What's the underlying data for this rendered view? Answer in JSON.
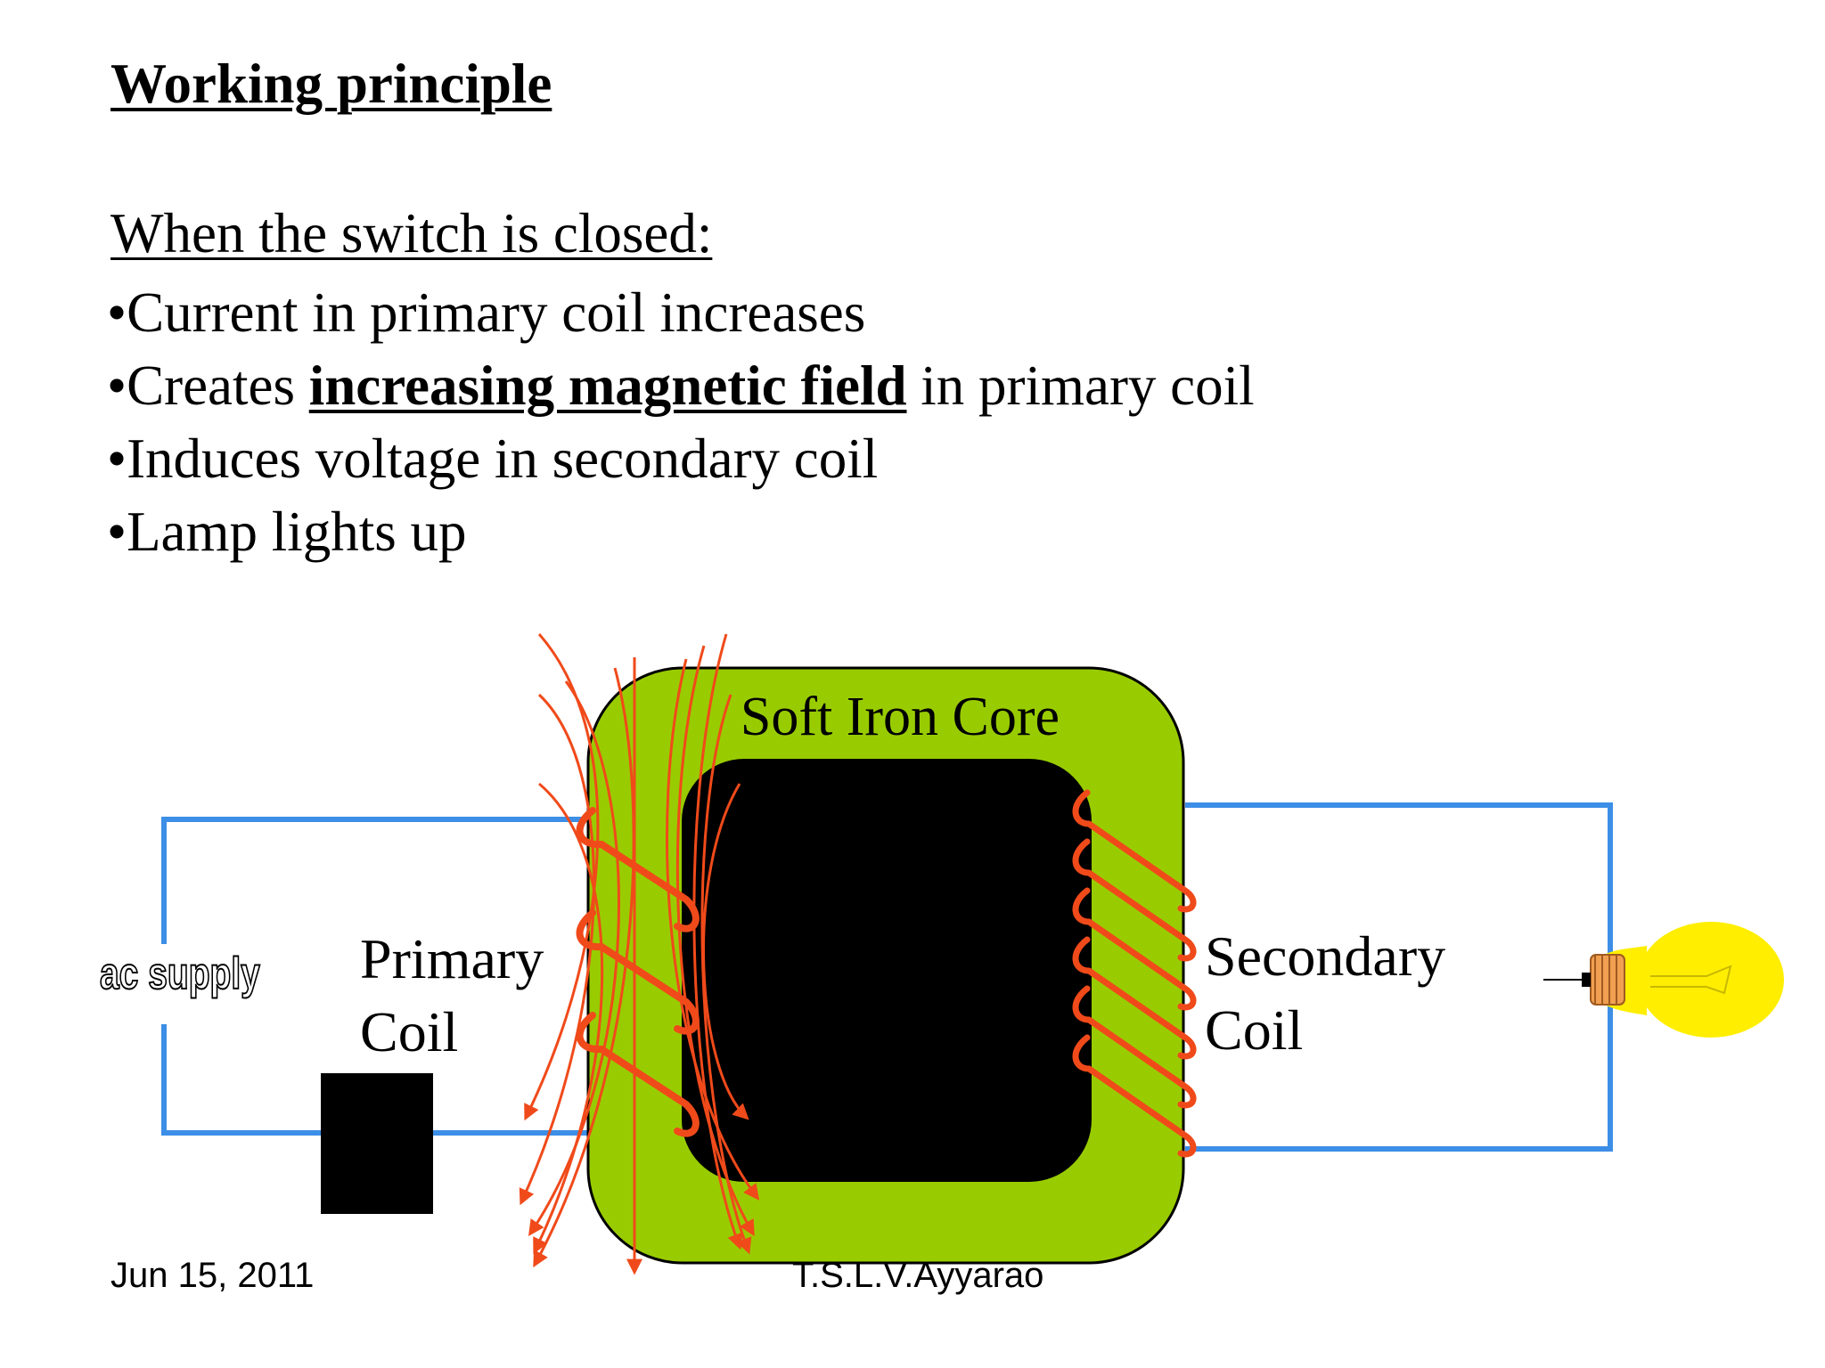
{
  "slide": {
    "title": "Working principle",
    "intro": "When the switch is closed:",
    "bullets": [
      {
        "marker": "•",
        "text": "Current in primary coil increases"
      },
      {
        "marker": "•",
        "pre": "Creates ",
        "strong": "increasing magnetic field",
        "post": " in primary coil"
      },
      {
        "marker": "•",
        "text": "Induces voltage in secondary coil"
      },
      {
        "marker": "•",
        "text": "Lamp lights up"
      }
    ]
  },
  "diagram": {
    "core_label": "Soft Iron Core",
    "primary_label_line1": "Primary",
    "primary_label_line2": "Coil",
    "secondary_label_line1": "Secondary",
    "secondary_label_line2": "Coil",
    "supply_label": "ac supply",
    "colors": {
      "core": "#99cc00",
      "core_window": "#000000",
      "wire": "#3d8ee6",
      "coil": "#f04a1a",
      "field_lines": "#f04a1a",
      "lamp_glass": "#ffee00",
      "lamp_base": "#f0a050",
      "switch": "#000000"
    },
    "icons": [
      "lamp-icon",
      "switch-block"
    ]
  },
  "footer": {
    "date": "Jun 15, 2011",
    "author": "T.S.L.V.Ayyarao"
  }
}
